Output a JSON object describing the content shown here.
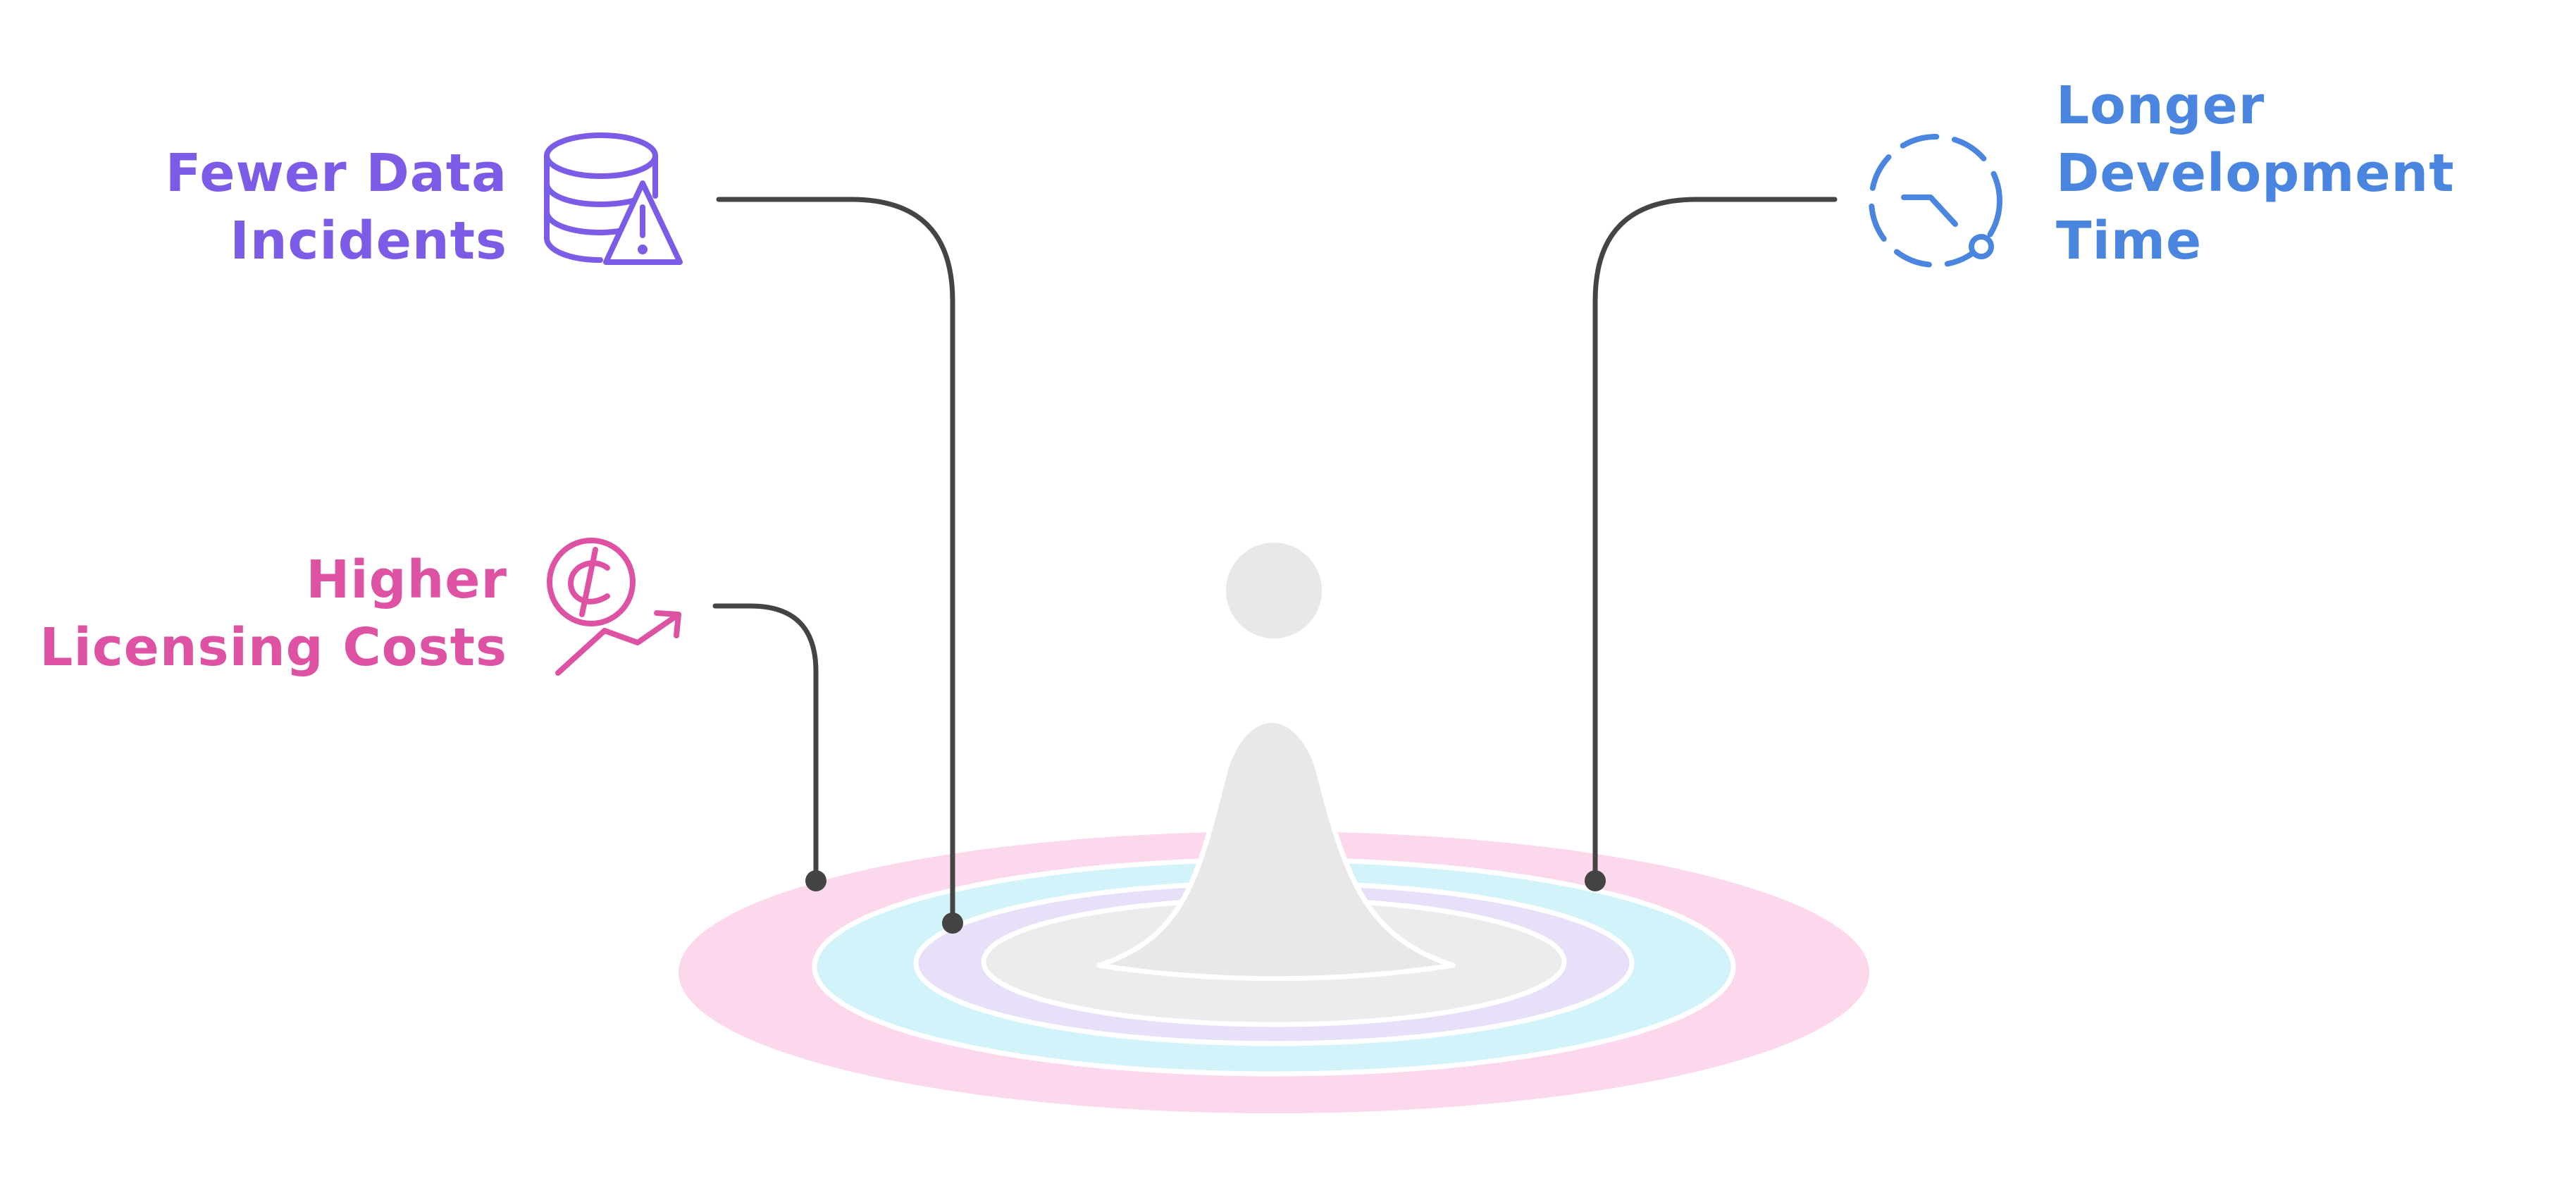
{
  "colors": {
    "purple": "#7c5ce6",
    "pink": "#de52a3",
    "blue": "#4a86e0",
    "connector": "#444444",
    "droplet": "#e8e8e8",
    "ring_outer": "#fcd8ec",
    "ring_cyan": "#d3f3fb",
    "ring_lavender": "#e8e0f9",
    "ring_center": "#ececec"
  },
  "items": [
    {
      "id": "fewer-data-incidents",
      "lines": [
        "Fewer Data",
        "Incidents"
      ],
      "icon": "database-warning-icon",
      "color": "#7c5ce6"
    },
    {
      "id": "higher-licensing-costs",
      "lines": [
        "Higher",
        "Licensing Costs"
      ],
      "icon": "cost-increase-icon",
      "color": "#de52a3"
    },
    {
      "id": "longer-development-time",
      "lines": [
        "Longer",
        "Development",
        "Time"
      ],
      "icon": "dashed-clock-icon",
      "color": "#4a86e0"
    }
  ]
}
